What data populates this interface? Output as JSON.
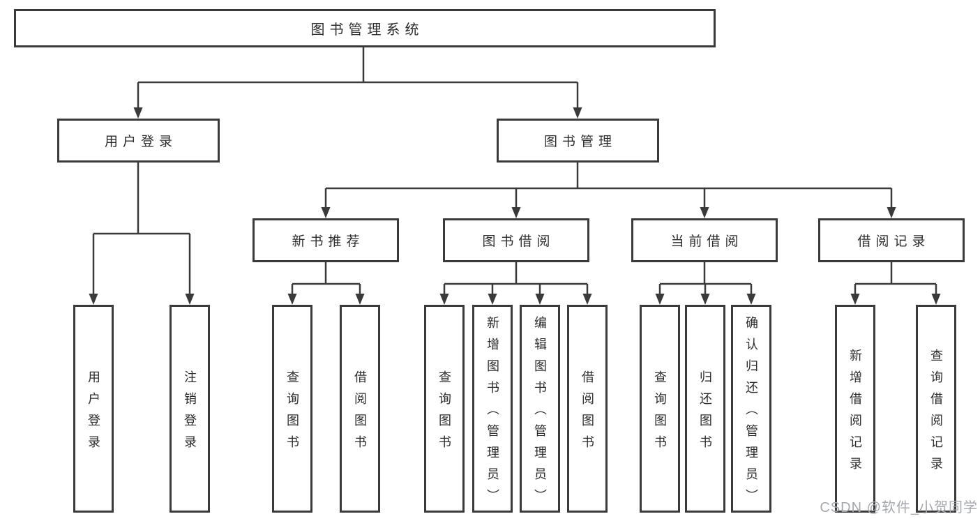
{
  "diagram": {
    "type": "hierarchy-tree",
    "root": {
      "label": "图书管理系统"
    },
    "level2": [
      {
        "label": "用户登录"
      },
      {
        "label": "图书管理"
      }
    ],
    "level3": [
      {
        "label": "新书推荐",
        "parent": "图书管理"
      },
      {
        "label": "图书借阅",
        "parent": "图书管理"
      },
      {
        "label": "当前借阅",
        "parent": "图书管理"
      },
      {
        "label": "借阅记录",
        "parent": "图书管理"
      }
    ],
    "leaves": [
      {
        "label": "用户登录",
        "parent": "用户登录"
      },
      {
        "label": "注销登录",
        "parent": "用户登录"
      },
      {
        "label": "查询图书",
        "parent": "新书推荐"
      },
      {
        "label": "借阅图书",
        "parent": "新书推荐"
      },
      {
        "label": "查询图书",
        "parent": "图书借阅"
      },
      {
        "label": "新增图书（管理员）",
        "parent": "图书借阅"
      },
      {
        "label": "编辑图书（管理员）",
        "parent": "图书借阅"
      },
      {
        "label": "借阅图书",
        "parent": "图书借阅"
      },
      {
        "label": "查询图书",
        "parent": "当前借阅"
      },
      {
        "label": "归还图书",
        "parent": "当前借阅"
      },
      {
        "label": "确认归还（管理员）",
        "parent": "当前借阅"
      },
      {
        "label": "新增借阅记录",
        "parent": "借阅记录"
      },
      {
        "label": "查询借阅记录",
        "parent": "借阅记录"
      }
    ]
  },
  "watermark": "CSDN @软件_小贺同学",
  "colors": {
    "line": "#3a3a3a",
    "text": "#2d2d2d",
    "background": "#ffffff",
    "watermark": "#a5a9ad"
  }
}
